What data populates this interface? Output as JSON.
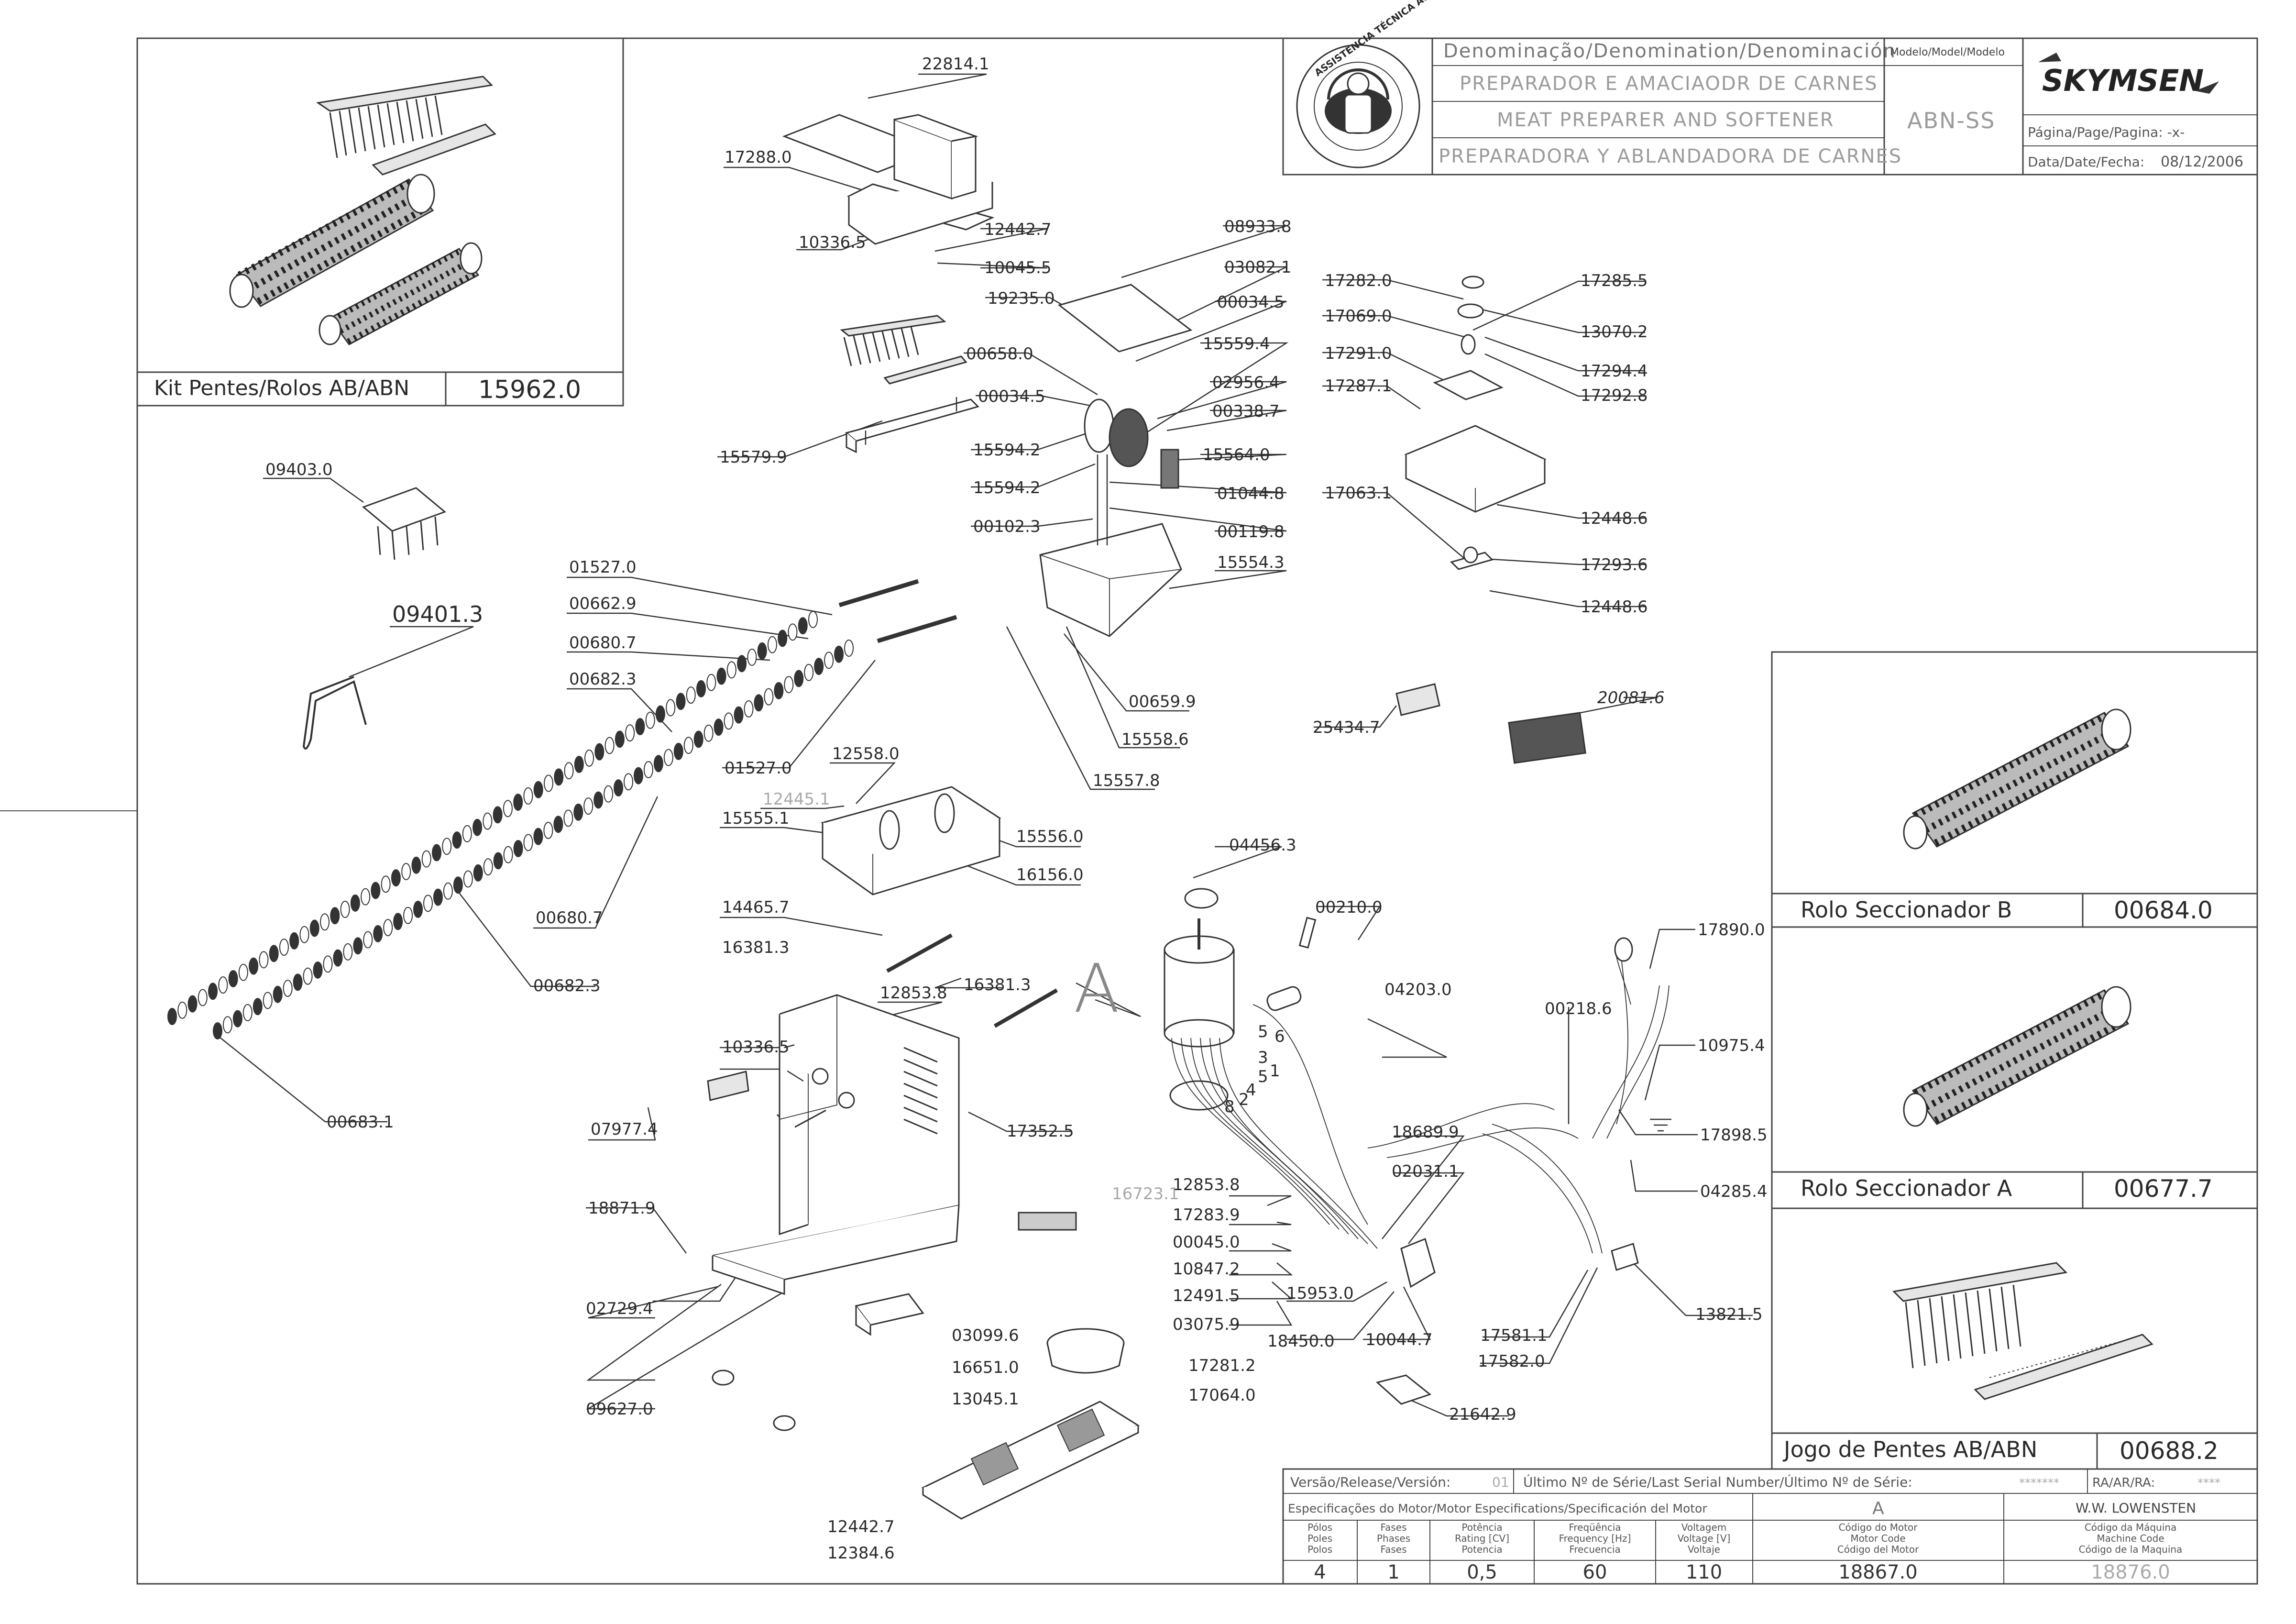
{
  "title_block": {
    "den_header": "Denominação/Denomination/Denominación",
    "model_header": "Modelo/Model/Modelo",
    "name_pt": "PREPARADOR E AMACIAODR DE CARNES",
    "name_en": "MEAT PREPARER AND SOFTENER",
    "name_es": "PREPARADORA Y ABLANDADORA DE CARNES",
    "model": "ABN-SS",
    "brand": "SKYMSEN",
    "page_label": "Página/Page/Pagina: -x-",
    "date_label": "Data/Date/Fecha:",
    "date_value": "08/12/2006",
    "seal_text": "ASSISTÊNCIA TÉCNICA AUTORIZADA"
  },
  "kits": [
    {
      "label": "Kit Pentes/Rolos AB/ABN",
      "code": "15962.0"
    },
    {
      "label": "Rolo Seccionador B",
      "code": "00684.0"
    },
    {
      "label": "Rolo Seccionador A",
      "code": "00677.7"
    },
    {
      "label": "Jogo de Pentes AB/ABN",
      "code": "00688.2"
    }
  ],
  "parts": {
    "p22814_1": "22814.1",
    "p17288_0": "17288.0",
    "p10336_5a": "10336.5",
    "p12442_7a": "12442.7",
    "p10045_5": "10045.5",
    "p08933_8": "08933.8",
    "p03082_1": "03082.1",
    "p19235_0": "19235.0",
    "p00034_5a": "00034.5",
    "p15559_4": "15559.4",
    "p00658_0": "00658.0",
    "p02956_4": "02956.4",
    "p00034_5b": "00034.5",
    "p00338_7": "00338.7",
    "p15594_2a": "15594.2",
    "p15564_0": "15564.0",
    "p15594_2b": "15594.2",
    "p01044_8": "01044.8",
    "p00102_3": "00102.3",
    "p00119_8": "00119.8",
    "p15579_9": "15579.9",
    "p15554_3": "15554.3",
    "p09403_0": "09403.0",
    "p01527_0a": "01527.0",
    "p00662_9": "00662.9",
    "p00680_7a": "00680.7",
    "p00682_3a": "00682.3",
    "p09401_3": "09401.3",
    "p00659_9": "00659.9",
    "p15558_6": "15558.6",
    "p15557_8": "15557.8",
    "p01527_0b": "01527.0",
    "p12558_0": "12558.0",
    "p12445_1": "12445.1",
    "p15555_1": "15555.1",
    "p15556_0": "15556.0",
    "p16156_0": "16156.0",
    "p00680_7b": "00680.7",
    "p14465_7": "14465.7",
    "p16381_3a": "16381.3",
    "p00682_3b": "00682.3",
    "p16381_3b": "16381.3",
    "p12853_8a": "12853.8",
    "p10336_5b": "10336.5",
    "p07977_4": "07977.4",
    "p17352_5": "17352.5",
    "p00683_1": "00683.1",
    "p18871_9": "18871.9",
    "p02729_4": "02729.4",
    "p09627_0": "09627.0",
    "p03099_6": "03099.6",
    "p16651_0": "16651.0",
    "p13045_1": "13045.1",
    "p17281_2": "17281.2",
    "p17064_0": "17064.0",
    "p12442_7b": "12442.7",
    "p12384_6": "12384.6",
    "p04456_3": "04456.3",
    "p00210_0": "00210.0",
    "p04203_0": "04203.0",
    "p16723_1": "16723.1",
    "p12853_8b": "12853.8",
    "p17283_9": "17283.9",
    "p00045_0": "00045.0",
    "p10847_2": "10847.2",
    "p12491_5": "12491.5",
    "p03075_9": "03075.9",
    "p15953_0": "15953.0",
    "p18450_0": "18450.0",
    "p18689_9": "18689.9",
    "p02031_1": "02031.1",
    "p10044_7": "10044.7",
    "p17581_1": "17581.1",
    "p17582_0": "17582.0",
    "p13821_5": "13821.5",
    "p21642_9": "21642.9",
    "p00218_6": "00218.6",
    "p17890_0": "17890.0",
    "p10975_4": "10975.4",
    "p17898_5": "17898.5",
    "p04285_4": "04285.4",
    "p17282_0": "17282.0",
    "p17285_5": "17285.5",
    "p17069_0": "17069.0",
    "p13070_2": "13070.2",
    "p17291_0": "17291.0",
    "p17294_4": "17294.4",
    "p17287_1": "17287.1",
    "p17292_8": "17292.8",
    "p12448_6a": "12448.6",
    "p17063_1": "17063.1",
    "p17293_6": "17293.6",
    "p12448_6b": "12448.6",
    "p25434_7": "25434.7",
    "p20081_6": "20081.6",
    "letter_a": "A",
    "wire_5a": "5",
    "wire_6": "6",
    "wire_3": "3",
    "wire_1": "1",
    "wire_5b": "5",
    "wire_4": "4",
    "wire_2": "2",
    "wire_8": "8"
  },
  "footer": {
    "version_label": "Versão/Release/Versión:",
    "version_value": "01",
    "serial_label": "Último Nº de Série/Last Serial Number/Último Nº de Série:",
    "serial_value": "*******",
    "ra_label": "RA/AR/RA:",
    "ra_value": "****",
    "motor_spec_label": "Especificações do Motor/Motor Especifications/Specificación del Motor",
    "motor_letter": "A",
    "manufacturer": "W.W. LOWENSTEN",
    "columns": [
      {
        "h1": "Pólos",
        "h2": "Poles",
        "h3": "Polos",
        "value": "4"
      },
      {
        "h1": "Fases",
        "h2": "Phases",
        "h3": "Fases",
        "value": "1"
      },
      {
        "h1": "Potência",
        "h2": "Rating [CV]",
        "h3": "Potencia",
        "value": "0,5"
      },
      {
        "h1": "Freqüência",
        "h2": "Frequency [Hz]",
        "h3": "Frecuencia",
        "value": "60"
      },
      {
        "h1": "Voltagem",
        "h2": "Voltage [V]",
        "h3": "Voltaje",
        "value": "110"
      },
      {
        "h1": "Código do Motor",
        "h2": "Motor Code",
        "h3": "Código del Motor",
        "value": "18867.0"
      },
      {
        "h1": "Código da Máquina",
        "h2": "Machine Code",
        "h3": "Código de la Maquina",
        "value": "18876.0"
      }
    ]
  }
}
